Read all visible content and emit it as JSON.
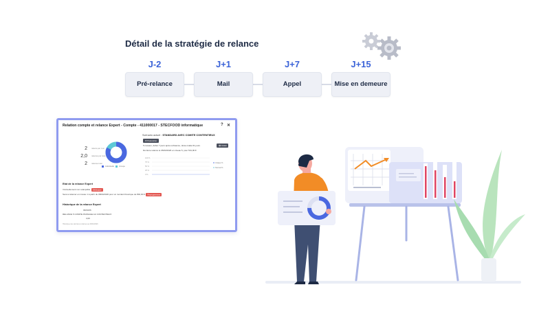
{
  "strategy": {
    "title": "Détail de la stratégie de relance",
    "steps": [
      {
        "day": "J-2",
        "label": "Pré-relance"
      },
      {
        "day": "J+1",
        "label": "Mail"
      },
      {
        "day": "J+7",
        "label": "Appel"
      },
      {
        "day": "J+15",
        "label": "Mise en demeure"
      }
    ]
  },
  "window": {
    "title": "Relation compte et relance Expert - Compte - 411000017 - STECFOOD informatique",
    "help_label": "?",
    "close_label": "✕",
    "kpis": [
      {
        "value": "2",
        "label": "relance par 1 an"
      },
      {
        "value": "2,0",
        "label": "relances par mois"
      },
      {
        "value": "2",
        "label": "relances total"
      }
    ],
    "donut_legend": [
      "Individuelle",
      "Groupe"
    ],
    "scenario_label": "Scénario actuel :",
    "scenario_name": "STANDARD AVEC COMITE CONTENTIEUX",
    "params_button": "Paramétrer",
    "scenario_detail": "5 niveaux, début 7 jours après échéance, durée totale 61 jours",
    "detail_button": "Détail",
    "last_relance": "Dernière relance le 05/03/2026 en niveau 5, pour 531,00 €",
    "chart_legend": [
      "Unique %",
      "Normal %"
    ],
    "chart_yticks": [
      "100 %",
      "75 %",
      "50 %",
      "25 %",
      "0 %"
    ],
    "state_title": "Etat de la relance Expert",
    "state_line": "Il Actuellement non relançable.",
    "unblock_button": "Débloquer",
    "state_line2": "Sera à relancer en niveau 1 à partir du 08/04/2026 pour un montant théorique de 802,00 €.",
    "republish_button": "Reprogrammer",
    "history_title": "Historique de la relance Expert",
    "history_date": "09/03/26",
    "history_item": "RELANCE 5 COMITE PASSAGE AU CONTENTIEUX",
    "history_amount": "3,00",
    "footer_note": "Historique des dernières relances au 09/03/2026"
  },
  "colors": {
    "accent": "#3b63d8",
    "window_border": "#8f9bf0",
    "donut_primary": "#4a68e0",
    "donut_secondary": "#5ec9d6",
    "bar_red": "#e04563",
    "plant": "#9fd9a5",
    "person_shirt": "#f28c26",
    "person_pants": "#3f4f72"
  },
  "icons": [
    "gear-icon",
    "gear-icon",
    "donut-chart-icon",
    "line-chart-icon",
    "bar-chart-icon",
    "plant-icon"
  ]
}
